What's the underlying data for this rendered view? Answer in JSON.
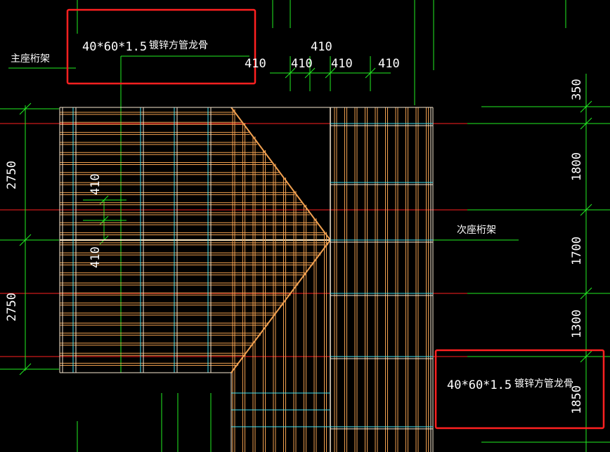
{
  "annotations": {
    "purlin_spec_top": "40*60*1.5",
    "purlin_name_top": "镀锌方管龙骨",
    "purlin_spec_bottom": "40*60*1.5",
    "purlin_name_bottom": "镀锌方管龙骨",
    "main_truss_label": "主座桁架",
    "secondary_truss_label": "次座桁架"
  },
  "dimensions": {
    "top_span": "410",
    "top_seg_1": "410",
    "top_seg_2": "410",
    "top_seg_3": "410",
    "top_seg_4": "410",
    "left_upper": "2750",
    "left_lower": "2750",
    "inner_upper": "410",
    "inner_lower": "410",
    "right_1": "350",
    "right_2": "1800",
    "right_3": "1700",
    "right_4": "1300",
    "right_5": "1850"
  },
  "colors": {
    "background": "#000000",
    "highlight_box": "#ff2020",
    "axis_line": "#ff2020",
    "dimension_line": "#22ee22",
    "purlin": "#f0a050",
    "rafter": "#f7e7cf",
    "cross_member": "#40e0f0",
    "text": "#ffffff"
  }
}
